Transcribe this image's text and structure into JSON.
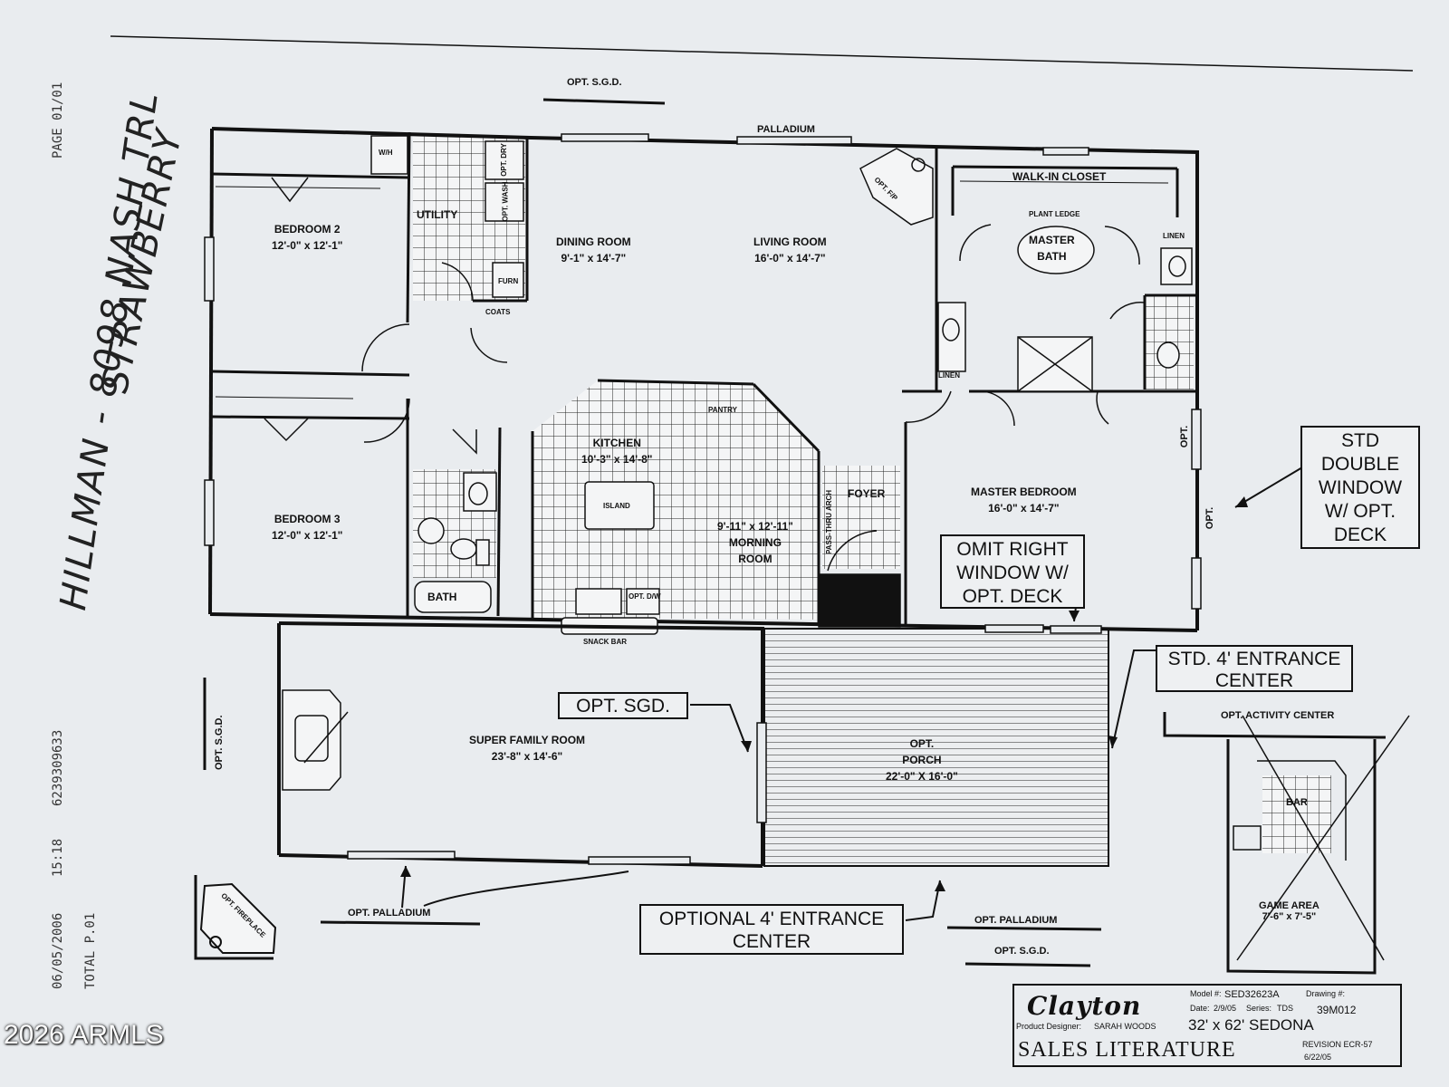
{
  "fax_header": {
    "page": "PAGE 01/01",
    "number": "6239309633",
    "time": "15:18",
    "date": "06/05/2006",
    "total": "TOTAL P.01"
  },
  "handwriting": {
    "line1": "HILLMAN - 8098 NASH TRL",
    "line2": "STRAWBERRY"
  },
  "rooms": {
    "bedroom2": {
      "name": "BEDROOM 2",
      "size": "12'-0\" x 12'-1\""
    },
    "bedroom3": {
      "name": "BEDROOM 3",
      "size": "12'-0\" x 12'-1\""
    },
    "utility": "UTILITY",
    "dining": {
      "name": "DINING ROOM",
      "size": "9'-1\" x 14'-7\""
    },
    "living": {
      "name": "LIVING ROOM",
      "size": "16'-0\" x 14'-7\""
    },
    "walkin": "WALK-IN CLOSET",
    "master_bath": {
      "name": "MASTER",
      "name2": "BATH"
    },
    "kitchen": {
      "name": "KITCHEN",
      "size": "10'-3\" x 14'-8\""
    },
    "island": "ISLAND",
    "morning": {
      "size": "9'-11\" x 12'-11\"",
      "name": "MORNING",
      "name2": "ROOM"
    },
    "foyer": "FOYER",
    "master_bed": {
      "name": "MASTER BEDROOM",
      "size": "16'-0\" x 14'-7\""
    },
    "bath": "BATH",
    "super_family": {
      "name": "SUPER FAMILY ROOM",
      "size": "23'-8\" x 14'-6\""
    },
    "porch": {
      "line1": "OPT.",
      "line2": "PORCH",
      "size": "22'-0\" X 16'-0\""
    },
    "game": {
      "name": "GAME AREA",
      "size": "7'-6\" x 7'-5\""
    },
    "bar": "BAR"
  },
  "small_labels": {
    "opt_sgd_top": "OPT. S.G.D.",
    "palladium_top": "PALLADIUM",
    "opt_dry": "OPT. DRY",
    "opt_wash": "OPT. WASH",
    "coats": "COATS",
    "furn": "FURN",
    "pantry": "PANTRY",
    "linen1": "LINEN",
    "linen2": "LINEN",
    "plant_ledge": "PLANT LEDGE",
    "opt_dw": "OPT. D/W",
    "snack_bar": "SNACK BAR",
    "opt_right1": "OPT.",
    "opt_right2": "OPT.",
    "opt_sgd_left": "OPT. S.G.D.",
    "opt_palladium_left": "OPT. PALLADIUM",
    "opt_palladium_right": "OPT. PALLADIUM",
    "opt_sgd_bottom": "OPT. S.G.D.",
    "opt_activity": "OPT. ACTIVITY CENTER",
    "opt_fireplace_top": "OPT. F/P",
    "opt_fireplace": "OPT. FIREPLACE",
    "wh": "W/H",
    "pass_thru": "PASS-THRU ARCH"
  },
  "callouts": {
    "std_double": "STD DOUBLE WINDOW W/ OPT. DECK",
    "omit_right": "OMIT RIGHT WINDOW W/ OPT. DECK",
    "std_entrance": "STD. 4' ENTRANCE CENTER",
    "opt_sgd": "OPT. SGD.",
    "optional_entrance": "OPTIONAL 4' ENTRANCE CENTER"
  },
  "title_block": {
    "logo": "Clayton",
    "model_label": "Model #:",
    "model": "SED32623A",
    "drawing_label": "Drawing #:",
    "drawing": "39M012",
    "date_label": "Date:",
    "date": "2/9/05",
    "series_label": "Series:",
    "series": "TDS",
    "designer_label": "Product Designer:",
    "designer": "SARAH WOODS",
    "size": "32' x 62' SEDONA",
    "sales": "SALES LITERATURE",
    "revision": "REVISION ECR-57",
    "revision_date": "6/22/05"
  },
  "watermark": "2026 ARMLS"
}
